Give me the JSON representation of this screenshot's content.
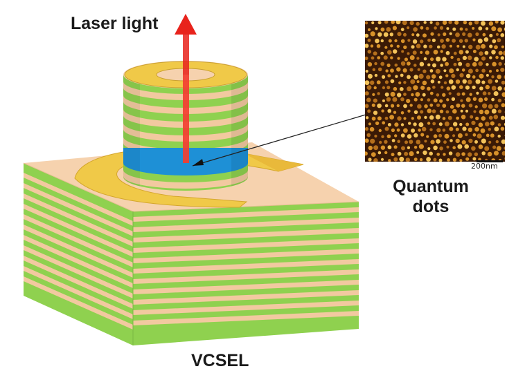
{
  "labels": {
    "laser": "Laser light",
    "quantum_line1": "Quantum",
    "quantum_line2": "dots",
    "device": "VCSEL",
    "scale_bar": "200nm"
  },
  "colors": {
    "green_layer": "#8fd14f",
    "tan_layer": "#f2c9a0",
    "gold_contact": "#f0c948",
    "active_region": "#1e90d6",
    "laser_beam": "#e8231c",
    "afm_background": "#3a1a06",
    "afm_dot": "#e0a030"
  },
  "icons": {
    "laser_arrow": "arrow-up-icon",
    "pointer_arrow": "arrow-pointer-icon"
  }
}
